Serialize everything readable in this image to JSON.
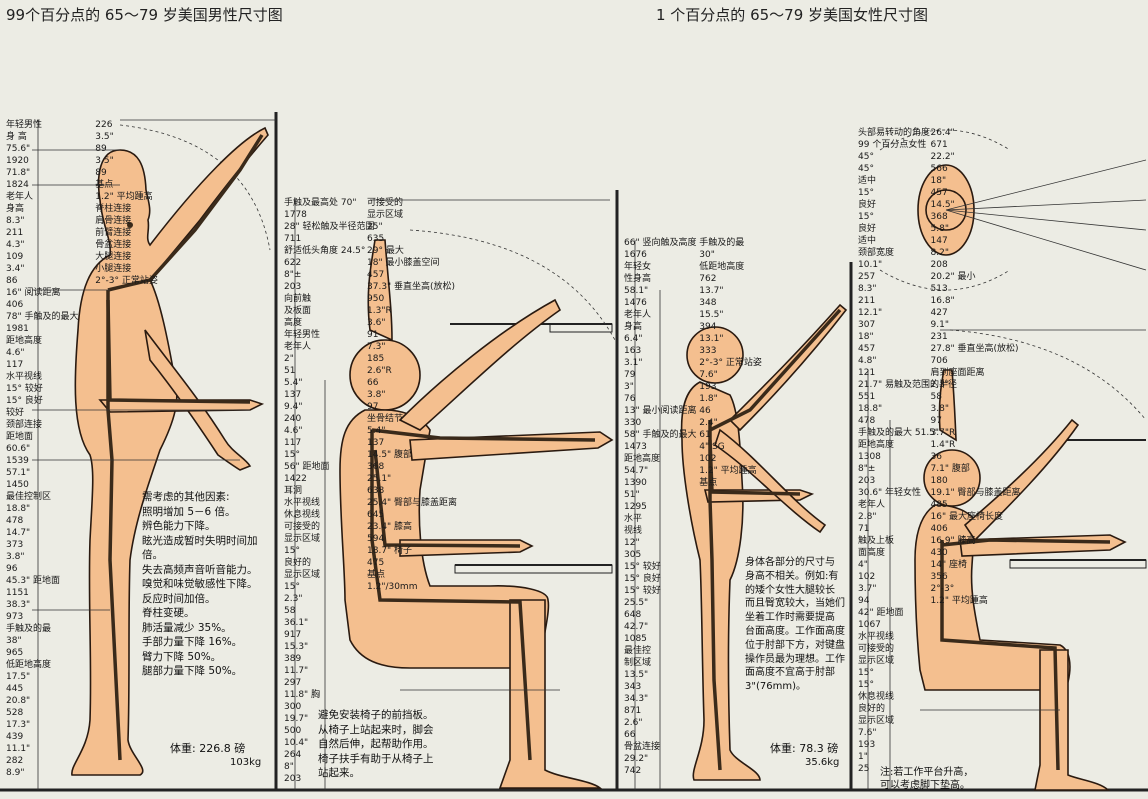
{
  "titles": {
    "male": "99个百分点的 65～79 岁美国男性尺寸图",
    "female": "1 个百分点的 65～79 岁美国女性尺寸图"
  },
  "male_standing": {
    "labels": [
      "年轻男性",
      "身 高",
      "75.6\"",
      "1920",
      "71.8\"",
      "1824",
      "老年人",
      "身高",
      "8.3\"",
      "211",
      "4.3\"",
      "109",
      "3.4\"",
      "86",
      "16\" 阅读距离",
      "406",
      "78\" 手触及的最大",
      "1981",
      "距地高度",
      "4.6\"",
      "117",
      "水平视线",
      "15° 较好",
      "15° 良好",
      "较好",
      "颈部连接",
      "距地面",
      "60.6\"",
      "1539",
      "57.1\"",
      "1450",
      "最佳控制区",
      "18.8\"",
      "478",
      "14.7\"",
      "373",
      "3.8\"",
      "96",
      "45.3\" 距地面",
      "1151",
      "38.3\"",
      "973",
      "手触及的最",
      "38\"",
      "965",
      "低距地高度",
      "17.5\"",
      "445",
      "20.8\"",
      "528",
      "17.3\"",
      "439",
      "11.1\"",
      "282",
      "8.9\"",
      "226",
      "3.5\"",
      "89",
      "3.5\"",
      "89",
      "基点",
      "1.2\" 平均踵高",
      "脊柱连接",
      "肩骨连接",
      "前臂连接",
      "骨盆连接",
      "大腿连接",
      "小腿连接",
      "2°-3° 正常站姿"
    ],
    "note": "需考虑的其他因素:\n照明增加 5－6 倍。\n辨色能力下降。\n眩光造成暂时失明时间加\n倍。\n失去高频声音听音能力。\n嗅觉和味觉敏感性下降。\n反应时间加倍。\n脊柱变硬。\n肺活量减少 35%。\n手部力量下降 16%。\n臂力下降 50%。\n腿部力量下降 50%。",
    "weight": "体重: 226.8 磅",
    "weight_kg": "103kg"
  },
  "male_seated": {
    "labels": [
      "手触及最高处 70\"",
      "1778",
      "28\" 轻松触及半径范围",
      "711",
      "舒适低头角度 24.5°",
      "622",
      "8\"±",
      "203",
      "向前触",
      "及板面",
      "高度",
      "年轻男性",
      "老年人",
      "2\"",
      "51",
      "5.4\"",
      "137",
      "9.4\"",
      "240",
      "4.6\"",
      "117",
      "15°",
      "56\" 距地面",
      "1422",
      "耳洞",
      "水平视线",
      "休息视线",
      "可接受的",
      "显示区域",
      "15°",
      "良好的",
      "显示区域",
      "15°",
      "2.3\"",
      "58",
      "36.1\"",
      "917",
      "15.3\"",
      "389",
      "11.7\"",
      "297",
      "11.8\" 胸",
      "300",
      "19.7\"",
      "500",
      "10.4\"",
      "264",
      "8\"",
      "203",
      "可接受的",
      "显示区域",
      "25\"",
      "635",
      "29° 最大",
      "18\" 最小膝盖空间",
      "457",
      "37.3\" 垂直坐高(放松)",
      "950",
      "1.3\"R",
      "3.6\"",
      "91",
      "7.3\"",
      "185",
      "2.6\"R",
      "66",
      "3.8\"",
      "97",
      "坐骨结节",
      "5.4\"",
      "137",
      "14.5\" 腹部",
      "368",
      "25.1\"",
      "638",
      "25.4\" 臀部与膝盖距离",
      "645",
      "23.4\" 膝高",
      "594",
      "18.7\" 椅子",
      "475",
      "基点",
      "1.2\"/30mm"
    ],
    "note": "避免安装椅子的前挡板。\n从椅子上站起来时，脚会\n自然后伸，起帮助作用。\n椅子扶手有助于从椅子上\n站起来。"
  },
  "female_standing": {
    "labels": [
      "66\" 竖向触及高度",
      "1676",
      "年轻女",
      "性身高",
      "58.1\"",
      "1476",
      "老年人",
      "身高",
      "6.4\"",
      "163",
      "3.1\"",
      "79",
      "3\"",
      "76",
      "13\" 最小阅读距离",
      "330",
      "58\" 手触及的最大",
      "1473",
      "距地高度",
      "54.7\"",
      "1390",
      "51\"",
      "1295",
      "水平",
      "视线",
      "12\"",
      "305",
      "15° 较好",
      "15° 良好",
      "15° 较好",
      "25.5\"",
      "648",
      "42.7\"",
      "1085",
      "最佳控",
      "制区域",
      "13.5\"",
      "343",
      "34.3\"",
      "871",
      "2.6\"",
      "66",
      "骨盆连接",
      "29.2\"",
      "742",
      "手触及的最",
      "30\"",
      "低距地高度",
      "762",
      "13.7\"",
      "348",
      "15.5\"",
      "394",
      "13.1\"",
      "333",
      "2°-3° 正常站姿",
      "7.6\"",
      "193",
      "1.8\"",
      "46",
      "2.4\"",
      "61",
      "4\" SG",
      "102",
      "1.2\" 平均踵高",
      "基点"
    ],
    "note": "身体各部分的尺寸与\n身高不相关。例如:有\n的矮个女性大腿较长\n而且臀宽较大，当她们\n坐着工作时需要提高\n台面高度。工作面高度\n位于肘部下方，对键盘\n操作员最为理想。工作\n面高度不宜高于肘部\n3\"(76mm)。",
    "weight": "体重: 78.3 磅",
    "weight_kg": "35.6kg"
  },
  "female_seated": {
    "labels": [
      "头部易转动的角度",
      "99 个百分点女性",
      "45°",
      "45°",
      "适中",
      "15°",
      "良好",
      "15°",
      "良好",
      "适中",
      "颈部宽度",
      "10.1\"",
      "257",
      "8.3\"",
      "211",
      "12.1\"",
      "307",
      "18\"",
      "457",
      "4.8\"",
      "121",
      "21.7\" 易触及范围的半径",
      "551",
      "18.8\"",
      "478",
      "手触及的最大 51.5\"",
      "距地高度",
      "1308",
      "8\"±",
      "203",
      "30.6\" 年轻女性",
      "老年人",
      "2.8\"",
      "71",
      "触及上板",
      "面高度",
      "4\"",
      "102",
      "3.7\"",
      "94",
      "42\" 距地面",
      "1067",
      "水平视线",
      "可接受的",
      "显示区域",
      "15°",
      "15°",
      "休息视线",
      "良好的",
      "显示区域",
      "7.6\"",
      "193",
      "1\"",
      "25",
      "26.4\"",
      "671",
      "22.2\"",
      "566",
      "18\"",
      "457",
      "14.5\"",
      "368",
      "5.8\"",
      "147",
      "8.2\"",
      "208",
      "20.2\" 最小",
      "513",
      "16.8\"",
      "427",
      "9.1\"",
      "231",
      "27.8\" 垂直坐高(放松)",
      "706",
      "肩到座面距离",
      "2.3\"",
      "58",
      "3.8\"",
      "97",
      "3.7\"R",
      "1.4\"R",
      "36",
      "7.1\" 腹部",
      "180",
      "19.1\" 臀部与膝盖距离",
      "485",
      "16\" 最大座椅长度",
      "406",
      "16.9\" 膝高",
      "430",
      "14\" 座椅",
      "356",
      "2°-3°",
      "1.2\" 平均踵高"
    ],
    "note": "注:若工作平台升高，\n可以考虑脚下垫高。"
  },
  "colors": {
    "body": "#f4bf8f",
    "background": "#ecece4",
    "line": "#222222"
  }
}
